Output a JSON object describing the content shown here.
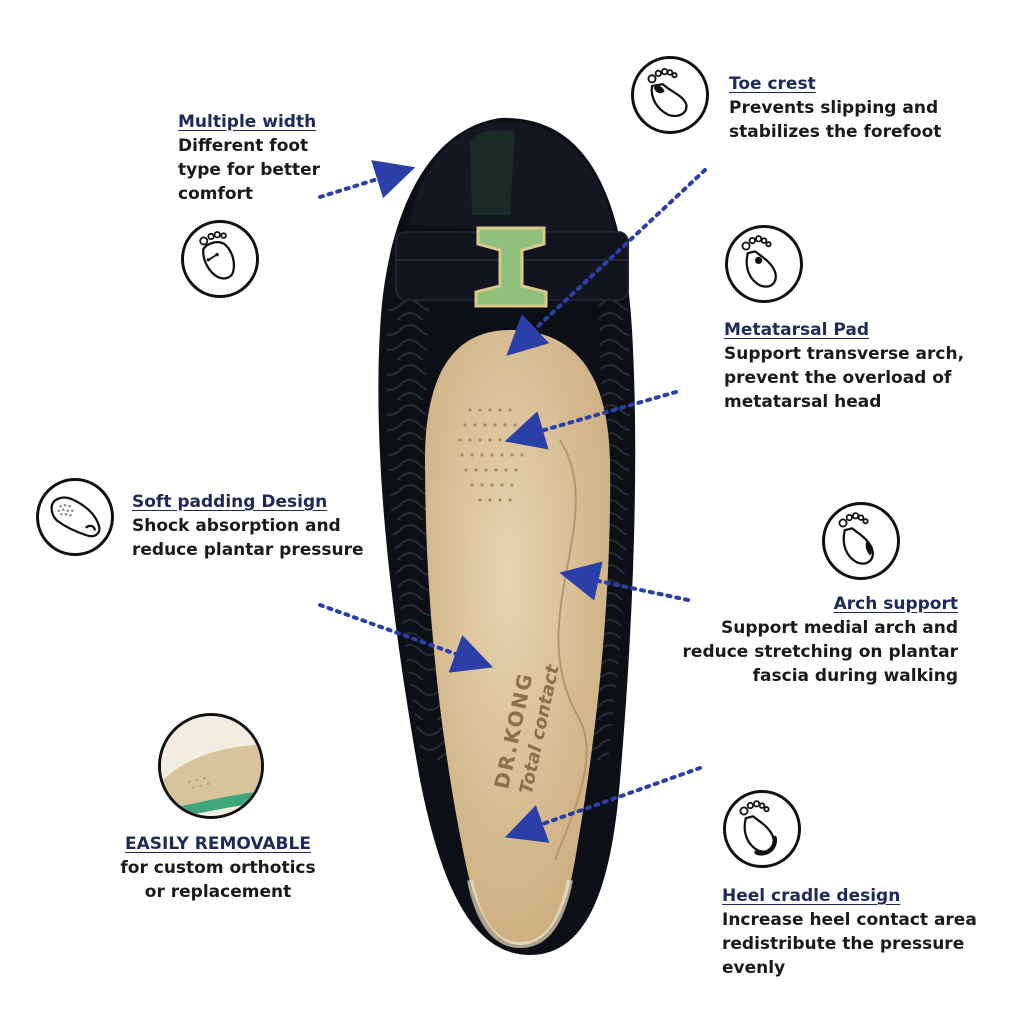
{
  "brand": {
    "line1": "DR.KONG",
    "line2": "Total contact"
  },
  "features": {
    "multiple_width": {
      "title": "Multiple width",
      "lines": [
        "Different foot",
        "type for better",
        "comfort"
      ],
      "icon": "foot-width-icon"
    },
    "toe_crest": {
      "title": "Toe crest",
      "lines": [
        "Prevents slipping and",
        "stabilizes the forefoot"
      ],
      "icon": "toe-crest-icon"
    },
    "metatarsal_pad": {
      "title": "Metatarsal Pad",
      "lines": [
        "Support transverse arch,",
        "prevent the overload of",
        "metatarsal head"
      ],
      "icon": "metatarsal-pad-icon"
    },
    "soft_padding": {
      "title": "Soft padding Design",
      "lines": [
        "Shock absorption and",
        "reduce plantar pressure"
      ],
      "icon": "soft-padding-icon"
    },
    "arch_support": {
      "title": "Arch support",
      "lines": [
        "Support medial arch and",
        "reduce stretching on plantar",
        "fascia during walking"
      ],
      "icon": "arch-support-icon"
    },
    "easily_removable": {
      "title": "EASILY REMOVABLE",
      "lines": [
        "for custom orthotics",
        "or replacement"
      ],
      "icon": "removable-insole-icon"
    },
    "heel_cradle": {
      "title": "Heel cradle design",
      "lines": [
        "Increase heel contact area",
        "redistribute the pressure",
        "evenly"
      ],
      "icon": "heel-cradle-icon"
    }
  },
  "colors": {
    "arrow": "#2a3fa8",
    "title": "#1e2a5a",
    "shoe": "#0d0f16",
    "insole": "#d8c19a"
  }
}
